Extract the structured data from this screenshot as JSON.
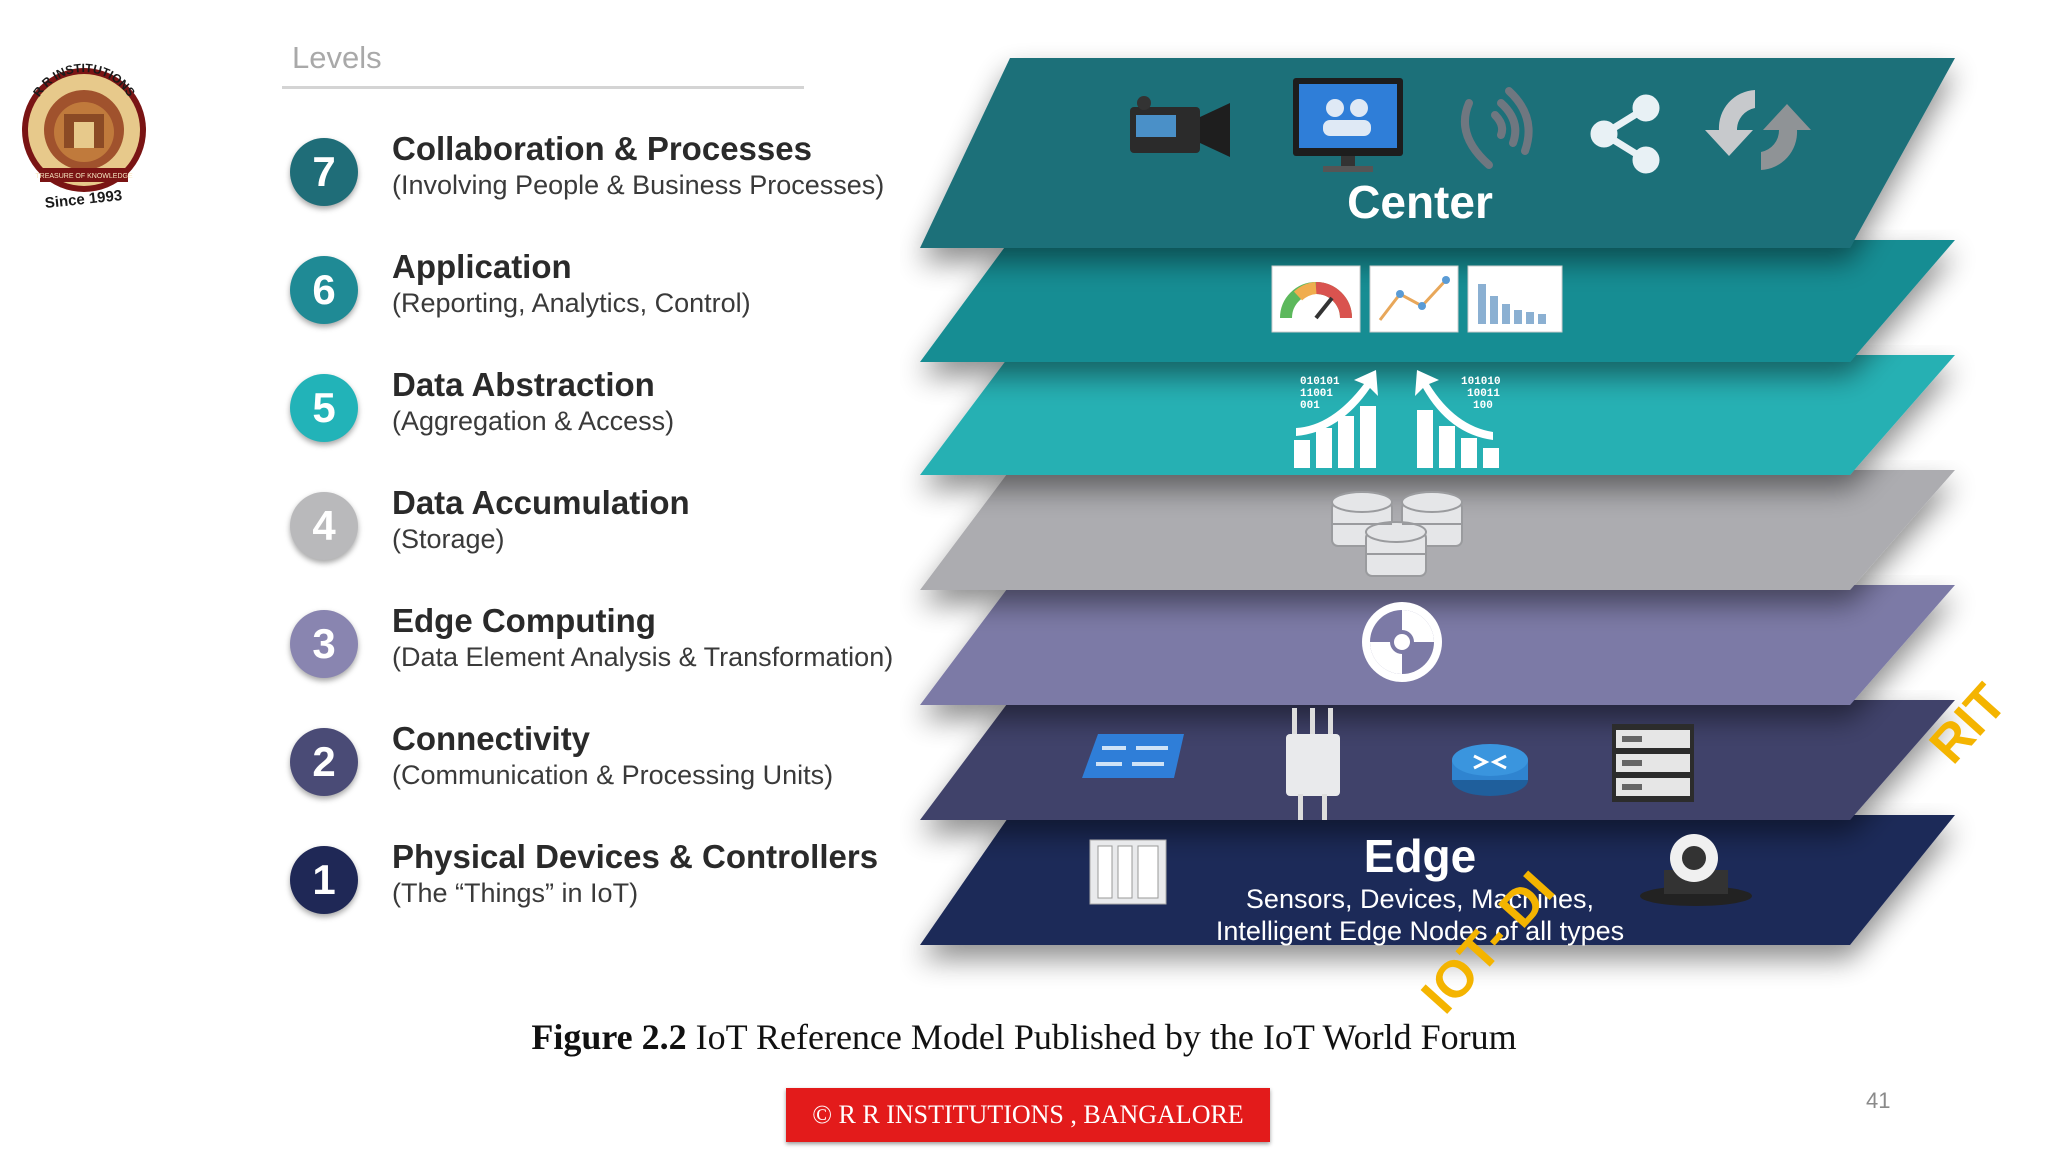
{
  "logo": {
    "arc_text": "R R INSTITUTIONS",
    "motto": "TREASURE OF KNOWLEDGE",
    "since": "Since 1993"
  },
  "levels": {
    "heading": "Levels",
    "items": [
      {
        "number": "7",
        "title": "Collaboration & Processes",
        "subtitle": "(Involving People & Business Processes)",
        "color": "#1f6d78"
      },
      {
        "number": "6",
        "title": "Application",
        "subtitle": "(Reporting, Analytics, Control)",
        "color": "#1f8a95"
      },
      {
        "number": "5",
        "title": "Data Abstraction",
        "subtitle": "(Aggregation & Access)",
        "color": "#22b3b8"
      },
      {
        "number": "4",
        "title": "Data Accumulation",
        "subtitle": "(Storage)",
        "color": "#b9b9bb"
      },
      {
        "number": "3",
        "title": "Edge Computing",
        "subtitle": "(Data Element Analysis & Transformation)",
        "color": "#8985b0"
      },
      {
        "number": "2",
        "title": "Connectivity",
        "subtitle": "(Communication & Processing Units)",
        "color": "#4a4b76"
      },
      {
        "number": "1",
        "title": "Physical Devices & Controllers",
        "subtitle": "(The “Things” in IoT)",
        "color": "#1f2856"
      }
    ]
  },
  "stack": {
    "center_label": "Center",
    "edge_label": "Edge",
    "edge_sub_1": "Sensors, Devices, Machines,",
    "edge_sub_2": "Intelligent Edge Nodes of all types",
    "layer_colors": [
      "#1d4a62",
      "#3f3f66",
      "#7a79a3",
      "#a9a9ad",
      "#23aeb1",
      "#178b91",
      "#1e6f78"
    ],
    "icons": {
      "center": [
        "video-camera-icon",
        "monitor-collaboration-icon",
        "phone-icon",
        "share-icon",
        "sync-icon"
      ],
      "application": [
        "gauge-icon",
        "network-map-icon",
        "bar-report-icon"
      ],
      "abstraction": [
        "data-upload-icon",
        "data-download-icon"
      ],
      "accumulation": [
        "database-icon"
      ],
      "edge_computing": [
        "globe-processing-icon"
      ],
      "connectivity": [
        "switch-icon",
        "access-point-icon",
        "router-icon",
        "server-icon"
      ],
      "physical": [
        "controller-icon",
        "ptz-camera-icon"
      ]
    },
    "binary_up": [
      "010101",
      "11001",
      "001"
    ],
    "binary_down": [
      "101010",
      "10011",
      "100"
    ]
  },
  "caption": {
    "label": "Figure 2.2",
    "text": " IoT Reference Model Published by the IoT World Forum"
  },
  "page_number": "41",
  "copyright": "© R R INSTITUTIONS , BANGALORE",
  "watermark": {
    "part1": "IOT- DI",
    "part2": "RIT"
  }
}
